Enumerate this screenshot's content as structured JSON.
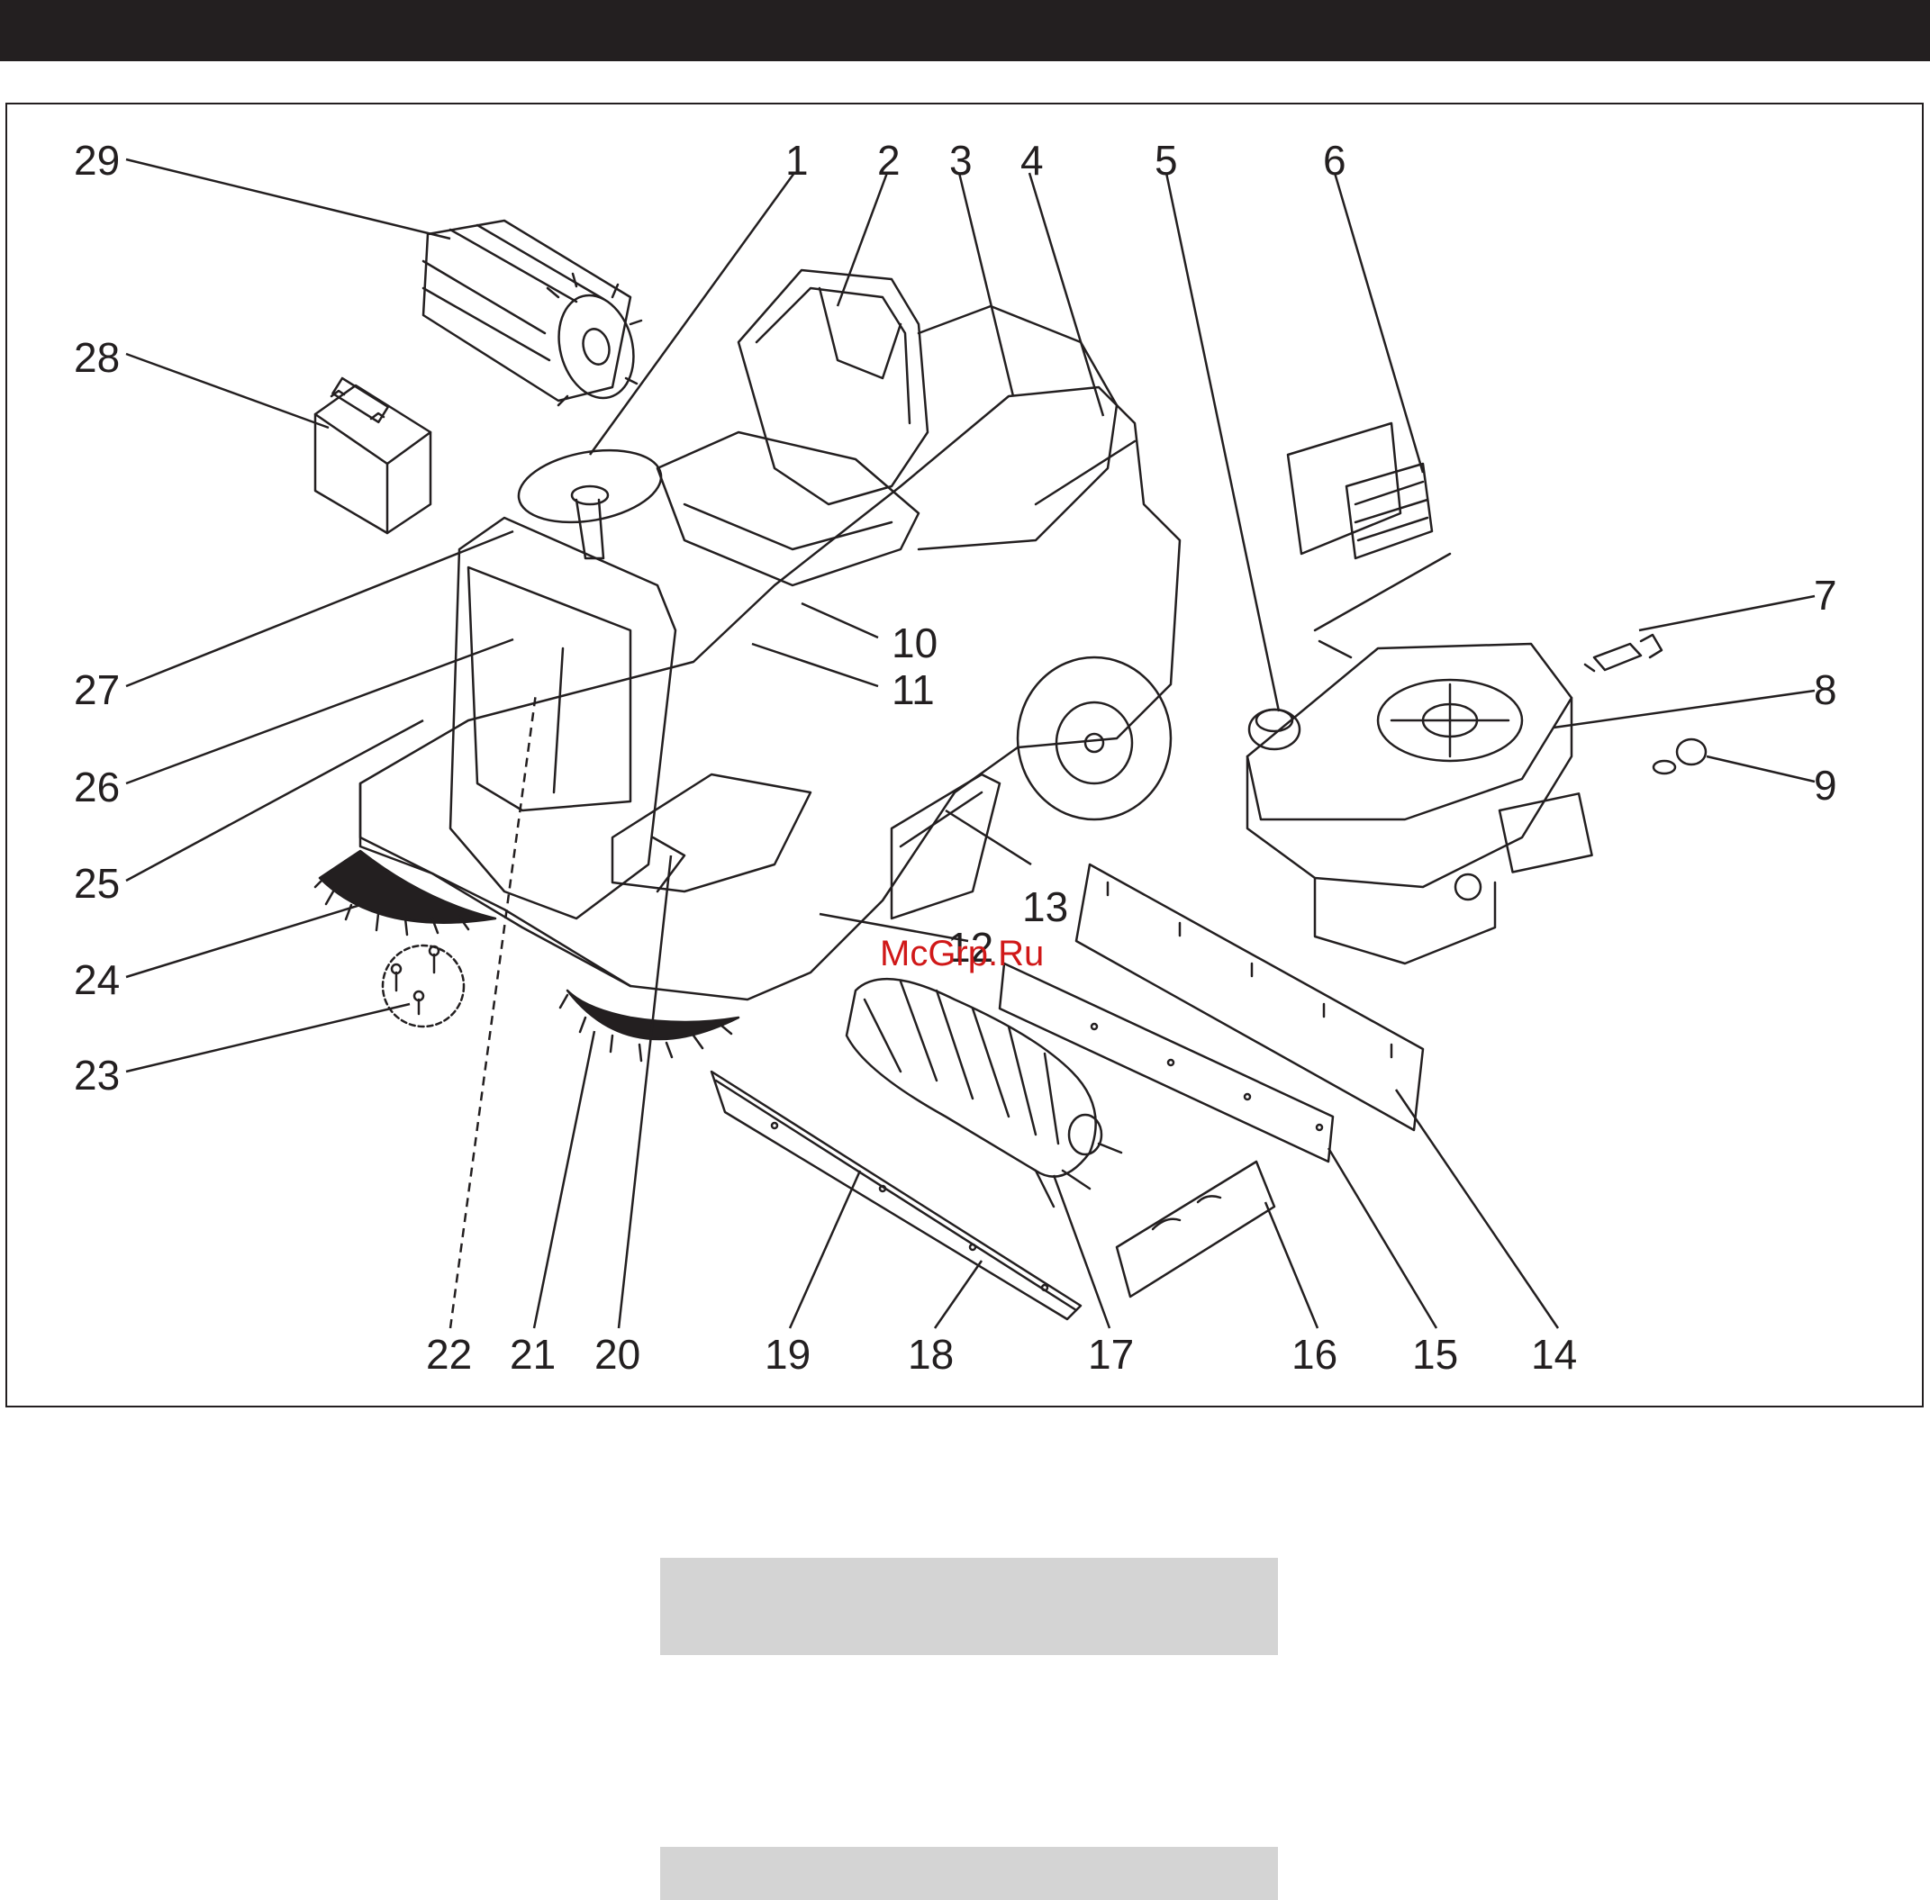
{
  "header": {
    "bar_color": "#231f20"
  },
  "diagram": {
    "labels": [
      "1",
      "2",
      "3",
      "4",
      "5",
      "6",
      "7",
      "8",
      "9",
      "10",
      "11",
      "12",
      "13",
      "14",
      "15",
      "16",
      "17",
      "18",
      "19",
      "20",
      "21",
      "22",
      "23",
      "24",
      "25",
      "26",
      "27",
      "28",
      "29"
    ],
    "watermark": "McGrp.Ru",
    "watermark_color": "#d01818",
    "line_color": "#231f20"
  },
  "footer": {
    "box_color": "#d4d4d4"
  }
}
